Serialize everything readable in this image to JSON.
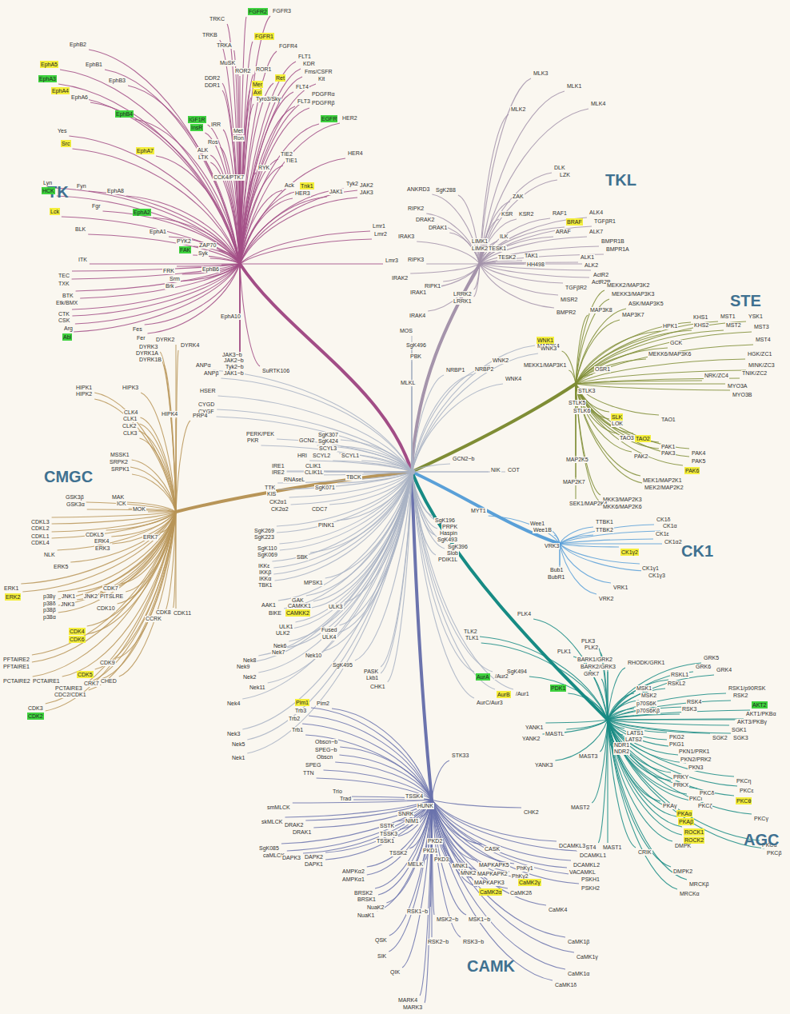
{
  "diagram": {
    "nodes": [
      {
        "text": [
          "FGFR2"
        ]
      },
      {
        "text": [
          "FGFR1"
        ]
      },
      {
        "text": [
          "EphA5"
        ]
      },
      {
        "text": [
          "EphA3"
        ]
      },
      {
        "text": [
          "Ret"
        ]
      },
      {
        "text": [
          "Mer"
        ]
      },
      {
        "text": [
          "EphA4"
        ]
      },
      {
        "text": [
          "Axl"
        ]
      },
      {
        "text": [
          "EphB4"
        ]
      },
      {
        "text": [
          "EGFR"
        ]
      },
      {
        "text": [
          "IGF1R"
        ]
      },
      {
        "text": [
          "InsR"
        ]
      },
      {
        "text": [
          "Src"
        ]
      },
      {
        "text": [
          "EphA7"
        ]
      },
      {
        "text": [
          "Tnk1"
        ]
      },
      {
        "text": [
          "HCK"
        ]
      },
      {
        "text": [
          "Lck"
        ]
      },
      {
        "text": [
          "EphA2"
        ]
      },
      {
        "text": [
          "BRAF"
        ]
      },
      {
        "text": [
          "FAK"
        ]
      },
      {
        "text": [
          "Abl"
        ]
      },
      {
        "text": [
          "WNK1"
        ]
      },
      {
        "text": [
          "SLK"
        ]
      },
      {
        "text": [
          "TAO2"
        ]
      },
      {
        "text": [
          "PAK6"
        ]
      },
      {
        "text": [
          "CK1γ2"
        ]
      },
      {
        "text": [
          "ERK2"
        ]
      },
      {
        "text": [
          "CAMKK2"
        ]
      },
      {
        "text": [
          "CDK4"
        ]
      },
      {
        "text": [
          "CDK6"
        ]
      },
      {
        "text": [
          "CDK5"
        ]
      },
      {
        "text": [
          "AurA"
        ]
      },
      {
        "text": [
          "PDK1"
        ]
      },
      {
        "text": [
          "AurB"
        ]
      },
      {
        "text": [
          "Pim1"
        ]
      },
      {
        "text": [
          "AKT2"
        ]
      },
      {
        "text": [
          "CDK2"
        ]
      },
      {
        "text": [
          "PKCθ"
        ]
      },
      {
        "text": [
          "PKAα"
        ]
      },
      {
        "text": [
          "PKAβ"
        ]
      },
      {
        "text": [
          "ROCK1"
        ]
      },
      {
        "text": [
          "ROCK2"
        ]
      },
      {
        "text": [
          "CaMK2γ"
        ]
      },
      {
        "text": [
          "CaMK2α"
        ]
      }
    ],
    "labels": [
      "FGFR3",
      "TRKC",
      "TRKB",
      "FGFR4",
      "TRKA",
      "EphB2",
      "FLT1",
      "MuSK",
      "KDR",
      "EphB1",
      "ROR2",
      "ROR1",
      "Fms/CSFR",
      "Kit",
      "DDR2",
      "EphB3",
      "DDR1",
      "FLT4",
      "PDGFRα",
      "Tyro3/Sky",
      "EphA6",
      "FLT3",
      "PDGFRβ",
      "IRR",
      "HER2",
      "Yes",
      "Met",
      "Ros",
      "Ron",
      "ALK",
      "TIE2",
      "HER4",
      "LTK",
      "TIE1",
      "RYK",
      "CCK4/PTK7",
      "Lyn",
      "Tyk2",
      "Fyn",
      "Ack",
      "JAK1",
      "JAK2",
      "JAK3",
      "HER3",
      "EphA8",
      "Fgr",
      "Lmr1",
      "BLK",
      "EphA1",
      "Lmr2",
      "PYK2",
      "ZAP70",
      "Syk",
      "ITK",
      "Lmr3",
      "EphB6",
      "FRK",
      "TEC",
      "Srm",
      "TXK",
      "Brk",
      "BTK",
      "Etk/BMX",
      "CTK",
      "EphA10",
      "CSK",
      "Arg",
      "Fes",
      "Fer",
      "JAK3~b",
      "JAK2~b",
      "Tyk2~b",
      "SuRTK106",
      "JAK1~b",
      "MLK3",
      "MLK1",
      "MLK4",
      "MLK2",
      "DLK",
      "LZK",
      "ANKRD3",
      "SgK288",
      "ZAK",
      "ALK4",
      "RAF1",
      "KSR",
      "KSR2",
      "TGFβR1",
      "RIPK2",
      "DRAK2",
      "DRAK1",
      "ARAF",
      "ALK7",
      "ILK",
      "IRAK3",
      "LIMK1",
      "BMPR1B",
      "LIMK2",
      "TESK1",
      "BMPR1A",
      "TAK1",
      "TESK2",
      "ALK1",
      "RIPK3",
      "HH498",
      "ALK2",
      "ActR2",
      "IRAK2",
      "ActR2B",
      "RIPK1",
      "TGFβR2",
      "IRAK1",
      "LRRK2",
      "MISR2",
      "LRRK1",
      "BMPR2",
      "IRAK4",
      "MEKK2/MAP3K2",
      "MEKK3/MAP3K3",
      "ASK/MAP3K5",
      "MAP3K8",
      "MAP3K7",
      "KHS1",
      "MST1",
      "YSK1",
      "KHS2",
      "MST2",
      "MST3",
      "HPK1",
      "MST4",
      "GCK",
      "MAP3K4",
      "MEKK6/MAP3K6",
      "HGK/ZC1",
      "MEKK1/MAP3K1",
      "MINK/ZC3",
      "OSR1",
      "TNIK/ZC2",
      "NRK/ZC4",
      "MYO3A",
      "STLK3",
      "MYO3B",
      "STLK5",
      "STLK6",
      "LOK",
      "TAO1",
      "TAO3",
      "PAK1",
      "PAK3",
      "PAK4",
      "PAK2",
      "MAP2K5",
      "PAK5",
      "MAP2K7",
      "MEK1/MAP2K1",
      "MEK2/MAP2K2",
      "MKK3/MAP2K3",
      "SEK1/MAP2K4",
      "MKK6/MAP2K6",
      "WNK3",
      "WNK2",
      "NRBP2",
      "NRBP1",
      "WNK4",
      "MOS",
      "SgK496",
      "PBK",
      "MLKL",
      "NIK",
      "COT",
      "GCN2~b",
      "MYT1",
      "CK1δ",
      "TTBK1",
      "Wee1",
      "CK1α",
      "Wee1B",
      "TTBK2",
      "CK1ε",
      "CK1α2",
      "VRK3",
      "CK1γ1",
      "Bub1",
      "CK1γ3",
      "BubR1",
      "VRK1",
      "VRK2",
      "SgK196",
      "PRPK",
      "Haspin",
      "SgK493",
      "SgK396",
      "Slob",
      "PDIK1L",
      "PLK4",
      "TLK2",
      "TLK1",
      "PLK3",
      "PLK2",
      "PLK1",
      "GRK5",
      "BARK1/GRK2",
      "RHODK/GRK1",
      "BARK2/GRK3",
      "GRK6",
      "GRK4",
      "SgK494",
      "GRK7",
      "RSKL1",
      "RSKL2",
      "MSK1",
      "RSK1/p90RSK",
      "RSK2",
      "MSK2",
      "RSK4",
      "p70S6K",
      "RSK3",
      "p70S6Kβ",
      "AKT1/PKBα",
      "AKT3/PKBγ",
      "SGK1",
      "LATS1",
      "PKG2",
      "SGK2",
      "SGK3",
      "LATS2",
      "PKG1",
      "NDR1",
      "PKN1/PRK1",
      "NDR2",
      "MAST3",
      "PKN2/PRK2",
      "PKN3",
      "PRKY",
      "PKCη",
      "PRKX",
      "PKCε",
      "PKCδ",
      "PKCι",
      "PKCζ",
      "PKAγ",
      "MAST2",
      "PKCγ",
      "DMPK",
      "MAST4",
      "MAST1",
      "PKCα",
      "CRIK",
      "PKCβ",
      "DMPK2",
      "MRCKβ",
      "MRCKα",
      "/Aur2",
      "/Aur1",
      "AurC/Aur3",
      "YANK1",
      "MASTL",
      "YANK2",
      "YANK3",
      "Pim2",
      "Trb3",
      "Trb2",
      "Trb1",
      "Obscn~b",
      "SPEG~b",
      "STK33",
      "Obscn",
      "SPEG",
      "TTN",
      "Trio",
      "TSSK4",
      "Trad",
      "smMLCK",
      "HUNK",
      "SNRK",
      "CHK2",
      "NIM1",
      "skMLCK",
      "DRAK2",
      "SSTK",
      "DRAK1",
      "TSSK3",
      "TSSK1",
      "PKD2",
      "DCAMKL3",
      "SgK085",
      "CASK",
      "PKD1",
      "TSSK2",
      "caMLCK",
      "DCAMKL1",
      "DAPK3",
      "DAPK2",
      "PKD3",
      "MELK",
      "MNK1",
      "DAPK1",
      "DCAMKL2",
      "MAPKAPK5",
      "PhKγ1",
      "MNK2",
      "AMPKα2",
      "VACAMKL",
      "MAPKAPK2",
      "PhKγ2",
      "PSKH1",
      "AMPKα1",
      "MAPKAPK3",
      "PSKH2",
      "BRSK2",
      "CaMK2δ",
      "BRSK1",
      "NuaK2",
      "CaMK4",
      "RSK1~b",
      "NuaK1",
      "MSK2~b",
      "MSK1~b",
      "QSK",
      "RSK2~b",
      "RSK3~b",
      "CaMK1β",
      "SIK",
      "CaMK1γ",
      "QIK",
      "CaMK1α",
      "CaMK1δ",
      "MARK4",
      "MARK3",
      "ANPα",
      "ANPβ",
      "HSER",
      "CYGD",
      "CYGF",
      "PERK/PEK",
      "SgK307",
      "PKR",
      "GCN2",
      "SgK424",
      "SCYL3",
      "HRI",
      "SCYL2",
      "SCYL1",
      "IRE1",
      "CLIK1",
      "IRE2",
      "CLIK1L",
      "TBCK",
      "RNAseL",
      "TTK",
      "SgK071",
      "KIS",
      "CK2α1",
      "CK2α2",
      "CDC7",
      "PINK1",
      "SgK269",
      "SgK223",
      "SgK110",
      "SgK069",
      "SBK",
      "IKKε",
      "IKKβ",
      "IKKα",
      "MPSK1",
      "TBK1",
      "GAK",
      "AAK1",
      "CAMKK1",
      "ULK3",
      "BIKE",
      "ULK1",
      "Fused",
      "ULK2",
      "ULK4",
      "Nek6",
      "Nek7",
      "Nek10",
      "Nek8",
      "SgK495",
      "Nek9",
      "PASK",
      "Nek2",
      "Lkb1",
      "CHK1",
      "Nek11",
      "Nek4",
      "Nek3",
      "Nek5",
      "Nek1",
      "DYRK2",
      "DYRK4",
      "DYRK3",
      "DYRK1A",
      "DYRK1B",
      "HIPK1",
      "HIPK3",
      "HIPK2",
      "CLK4",
      "HIPK4",
      "PRP4",
      "CLK1",
      "CLK2",
      "CLK3",
      "MSSK1",
      "SRPK2",
      "SRPK1",
      "MAK",
      "GSK3β",
      "ICK",
      "GSK3α",
      "MOK",
      "CDKL3",
      "CDKL2",
      "CDKL5",
      "CDKL1",
      "ERK7",
      "ERK4",
      "CDKL4",
      "ERK3",
      "NLK",
      "ERK5",
      "ERK1",
      "CDK7",
      "p38γ",
      "JNK1",
      "JNK2",
      "PITSLRE",
      "p38δ",
      "JNK3",
      "p38β",
      "CDK10",
      "CDK8",
      "CDK11",
      "p38α",
      "CCRK",
      "PFTAIRE2",
      "CDK9",
      "PFTAIRE1",
      "PCTAIRE2",
      "PCTAIRE1",
      "CHED",
      "CRK7",
      "PCTAIRE3",
      "CDC2/CDK1",
      "CDK3",
      "TK",
      "TKL",
      "STE",
      "CMGC",
      "CK1",
      "AGC",
      "CAMK"
    ]
  }
}
